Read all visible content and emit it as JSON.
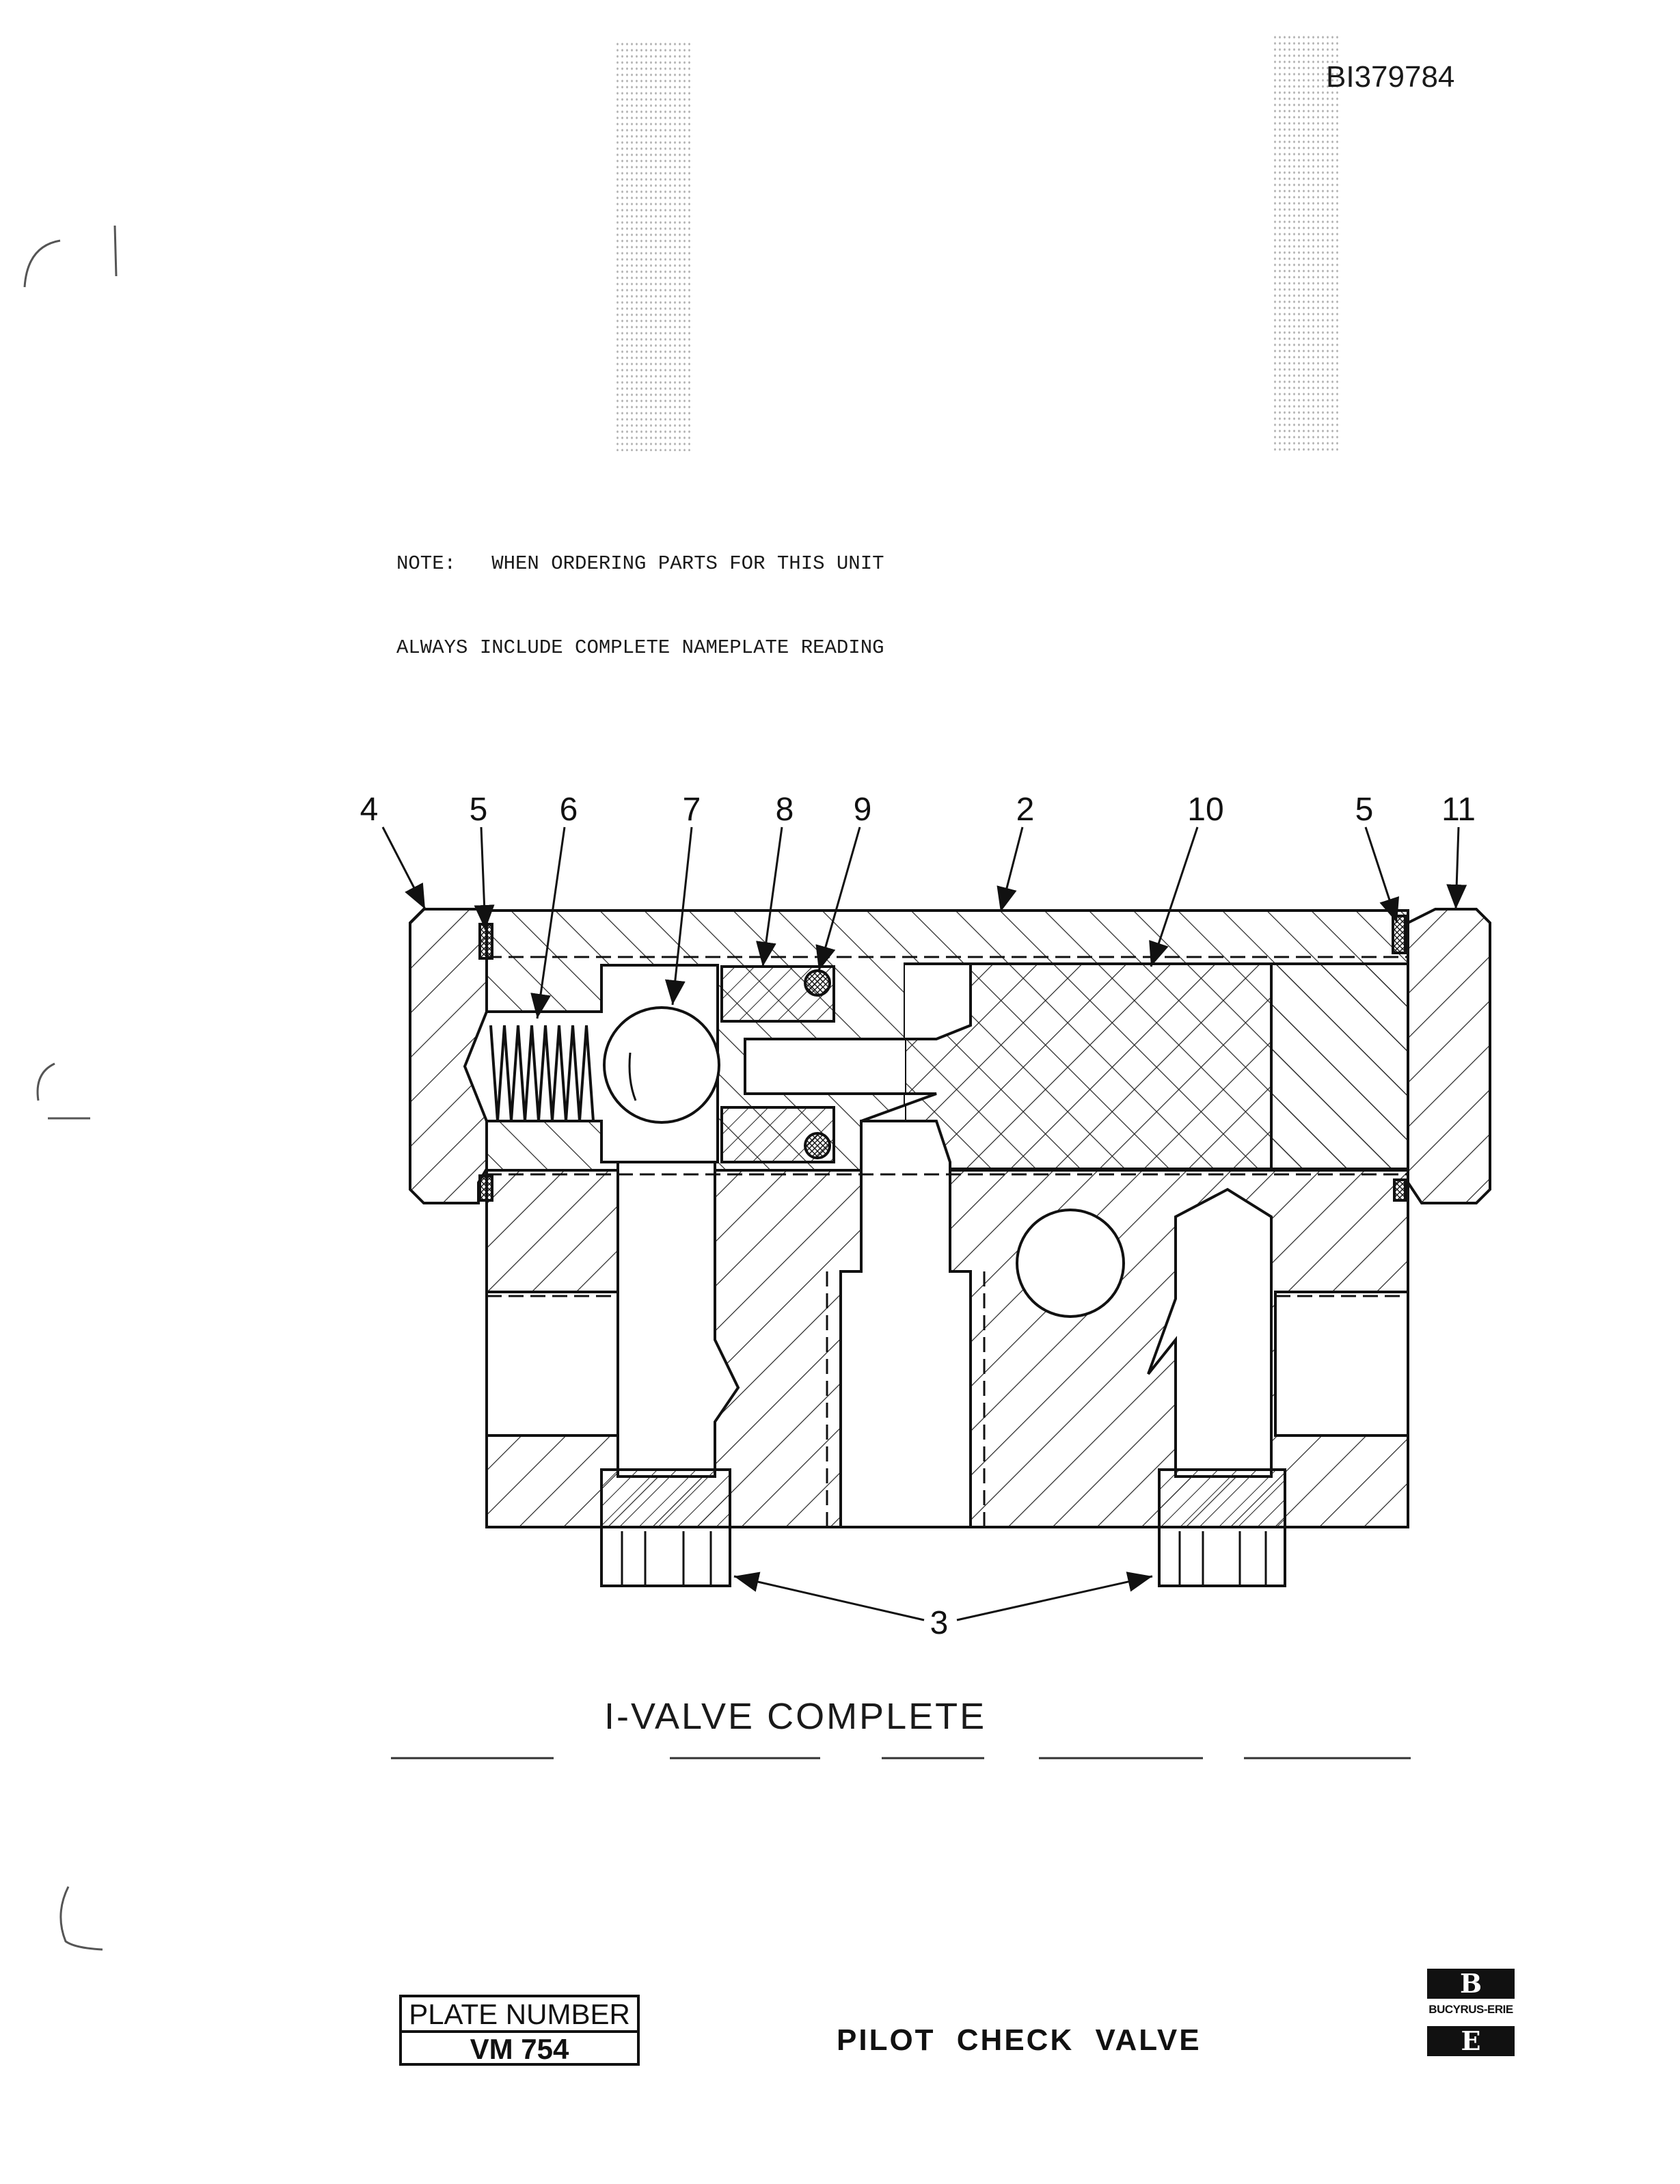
{
  "document_id": "BI379784",
  "note": {
    "line1": "NOTE:   WHEN ORDERING PARTS FOR THIS UNIT",
    "line2": "ALWAYS INCLUDE COMPLETE NAMEPLATE READING"
  },
  "callouts": [
    "4",
    "5",
    "6",
    "7",
    "8",
    "9",
    "2",
    "10",
    "5",
    "11",
    "3"
  ],
  "caption": "I-VALVE COMPLETE",
  "title_block": {
    "plate_label": "PLATE NUMBER",
    "plate_value": "VM 754",
    "title": "PILOT CHECK VALVE",
    "logo_top": "B",
    "logo_text": "BUCYRUS-ERIE",
    "logo_bottom": "E"
  }
}
